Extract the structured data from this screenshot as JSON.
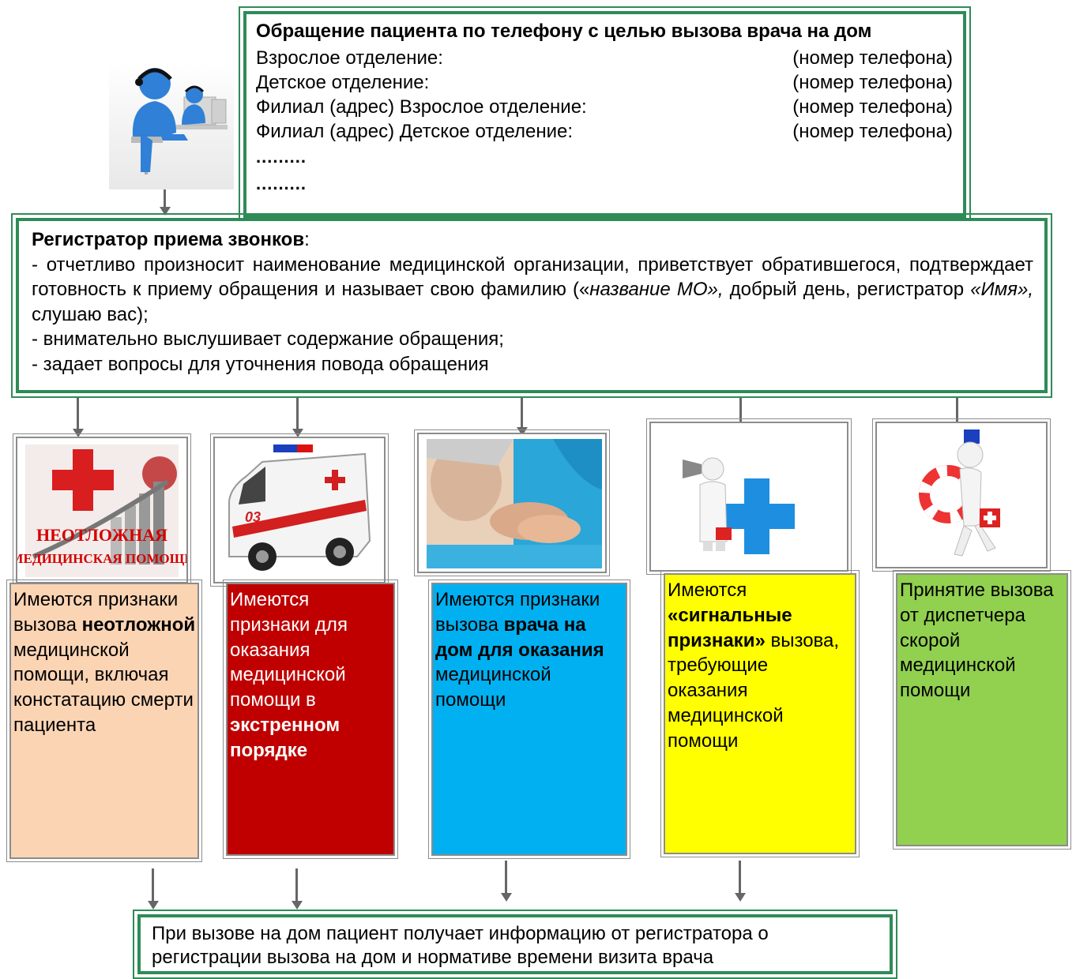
{
  "header": {
    "title": "Обращение пациента по телефону с целью вызова врача на дом",
    "rows": [
      {
        "label": "Взрослое отделение:",
        "phone": "(номер телефона)"
      },
      {
        "label": "Детское отделение:",
        "phone": "(номер телефона)"
      },
      {
        "label": "Филиал (адрес) Взрослое отделение:",
        "phone": "(номер телефона)"
      },
      {
        "label": "Филиал (адрес) Детское отделение:",
        "phone": "(номер телефона)"
      }
    ],
    "dots": [
      ".........",
      "........."
    ]
  },
  "registrar": {
    "title": "Регистратор приема звонков",
    "colon": ":",
    "line1_a": "- отчетливо произносит наименование медицинской организации, приветствует обратившегося, подтверждает готовность к приему обращения и называет свою фамилию («",
    "line1_em1": "название МО»,",
    "line1_b": " добрый день, регистратор ",
    "line1_em2": "«Имя»,",
    "line1_c": " слушаю вас);",
    "line2": "- внимательно выслушивает содержание обращения;",
    "line3": "- задает вопросы для уточнения повода обращения"
  },
  "images": {
    "urgent_caption_1": "НЕОТЛОЖНАЯ",
    "urgent_caption_2": "МЕДИЦИНСКАЯ ПОМОЩЬ",
    "ambulance_number": "03"
  },
  "categories": [
    {
      "color": "#fbd4b4",
      "t1": "Имеются признаки вызова ",
      "b1": "неотложной",
      "t2": " медицинской помощи, включая констатацию смерти пациента",
      "b2": "",
      "t3": ""
    },
    {
      "color": "#c00000",
      "t1": "Имеются признаки для оказания медицинской помощи в ",
      "b1": "экстренном порядке",
      "t2": "",
      "b2": "",
      "t3": ""
    },
    {
      "color": "#00b0f0",
      "t1": "Имеются признаки вызова ",
      "b1": "врача на дом для оказания",
      "t2": " медицинской помощи",
      "b2": "",
      "t3": ""
    },
    {
      "color": "#ffff00",
      "t1": "Имеются ",
      "b1": "«сигнальные признаки»",
      "t2": " вызова, требующие оказания медицинской помощи",
      "b2": "",
      "t3": ""
    },
    {
      "color": "#92d050",
      "t1": "Принятие вызова от диспетчера скорой медицинской помощи",
      "b1": "",
      "t2": "",
      "b2": "",
      "t3": ""
    }
  ],
  "bottom": {
    "text": "При вызове на дом пациент получает информацию от регистратора о регистрации вызова на дом и нормативе времени визита врача"
  },
  "colors": {
    "green_border": "#2e8b57",
    "connector": "#666666",
    "grey_frame": "#8c8c8c"
  }
}
